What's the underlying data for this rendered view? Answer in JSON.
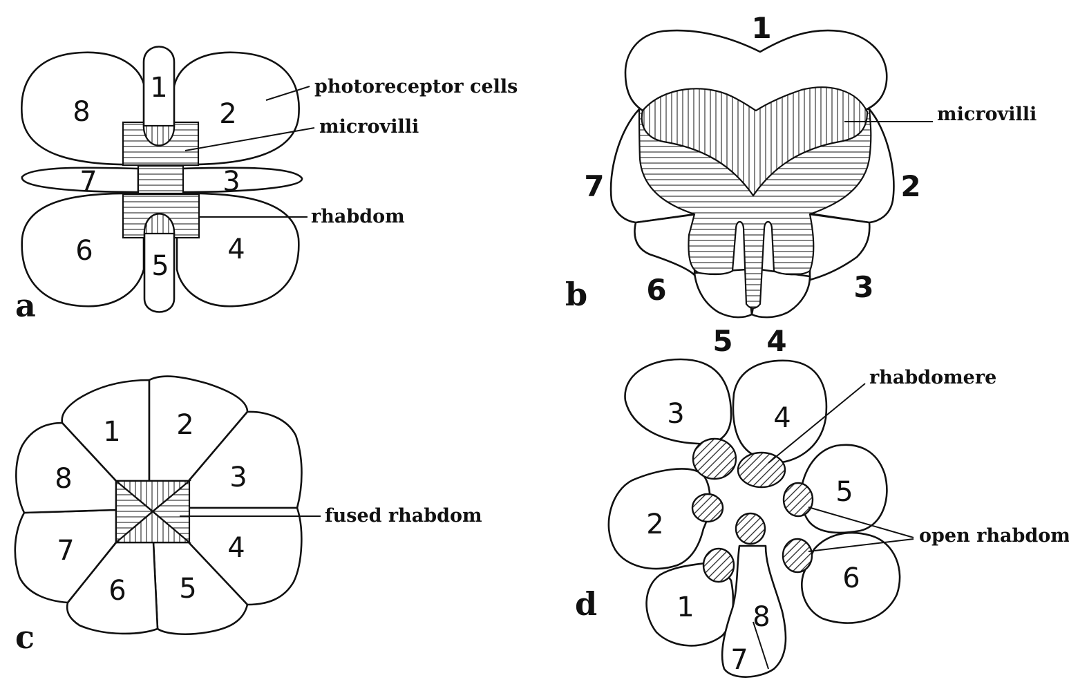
{
  "panels": {
    "a": {
      "letter": "a",
      "cells": [
        "1",
        "2",
        "3",
        "4",
        "5",
        "6",
        "7",
        "8"
      ],
      "labels": {
        "photoreceptor": "photoreceptor cells",
        "microvilli": "microvilli",
        "rhabdom": "rhabdom"
      }
    },
    "b": {
      "letter": "b",
      "cells": [
        "1",
        "2",
        "3",
        "4",
        "5",
        "6",
        "7"
      ],
      "labels": {
        "microvilli": "microvilli"
      }
    },
    "c": {
      "letter": "c",
      "cells": [
        "1",
        "2",
        "3",
        "4",
        "5",
        "6",
        "7",
        "8"
      ],
      "labels": {
        "fused": "fused rhabdom"
      }
    },
    "d": {
      "letter": "d",
      "cells": [
        "1",
        "2",
        "3",
        "4",
        "5",
        "6",
        "7",
        "8"
      ],
      "labels": {
        "rhabdomere": "rhabdomere",
        "open": "open rhabdom"
      }
    }
  }
}
